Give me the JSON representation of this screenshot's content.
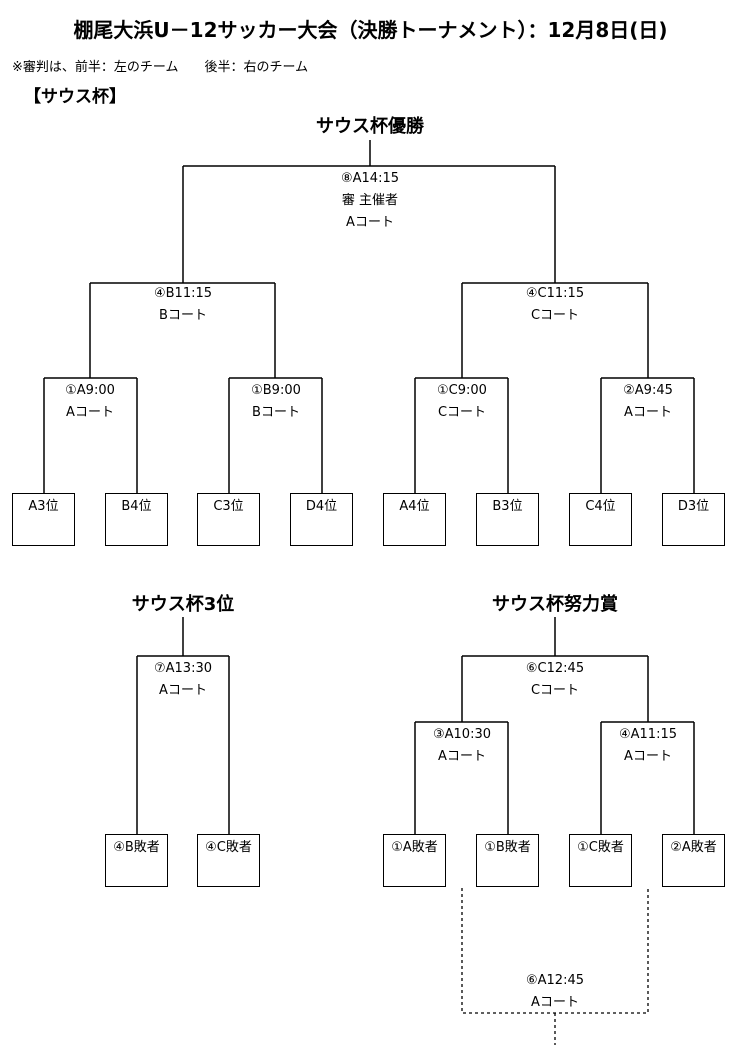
{
  "title": "棚尾大浜U－12サッカー大会（決勝トーナメント）：12月8日(日)",
  "note": "※審判は、前半：左のチーム　　後半：右のチーム",
  "cup_label": "【サウス杯】",
  "sections": {
    "winner": "サウス杯優勝",
    "third": "サウス杯3位",
    "effort": "サウス杯努力賞"
  },
  "matches": {
    "final": {
      "time": "⑧A14:15",
      "ref": "審 主催者",
      "court": "Aコート"
    },
    "semi_left": {
      "time": "④B11:15",
      "court": "Bコート"
    },
    "semi_right": {
      "time": "④C11:15",
      "court": "Cコート"
    },
    "qf1": {
      "time": "①A9:00",
      "court": "Aコート"
    },
    "qf2": {
      "time": "①B9:00",
      "court": "Bコート"
    },
    "qf3": {
      "time": "①C9:00",
      "court": "Cコート"
    },
    "qf4": {
      "time": "②A9:45",
      "court": "Aコート"
    },
    "third_place": {
      "time": "⑦A13:30",
      "court": "Aコート"
    },
    "effort_final": {
      "time": "⑥C12:45",
      "court": "Cコート"
    },
    "effort_semi_left": {
      "time": "③A10:30",
      "court": "Aコート"
    },
    "effort_semi_right": {
      "time": "④A11:15",
      "court": "Aコート"
    },
    "consolation": {
      "time": "⑥A12:45",
      "court": "Aコート"
    }
  },
  "teams": {
    "top": [
      "A3位",
      "B4位",
      "C3位",
      "D4位",
      "A4位",
      "B3位",
      "C4位",
      "D3位"
    ],
    "third": [
      "④B敗者",
      "④C敗者"
    ],
    "effort": [
      "①A敗者",
      "①B敗者",
      "①C敗者",
      "②A敗者"
    ]
  }
}
